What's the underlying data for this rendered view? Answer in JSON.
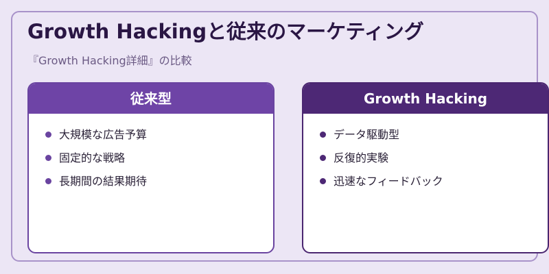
{
  "title": "Growth Hackingと従来のマーケティング",
  "subtitle": "『Growth Hacking詳細』の比較",
  "cards": [
    {
      "header": "従来型",
      "items": [
        "大規模な広告予算",
        "固定的な戦略",
        "長期間の結果期待"
      ]
    },
    {
      "header": "Growth Hacking",
      "items": [
        "データ駆動型",
        "反復的実験",
        "迅速なフィードバック"
      ]
    }
  ],
  "colors": {
    "background": "#ece6f5",
    "frame_border": "#a892c9",
    "title": "#2a1644",
    "traditional_accent": "#6e44a6",
    "growth_accent": "#4d2875"
  }
}
